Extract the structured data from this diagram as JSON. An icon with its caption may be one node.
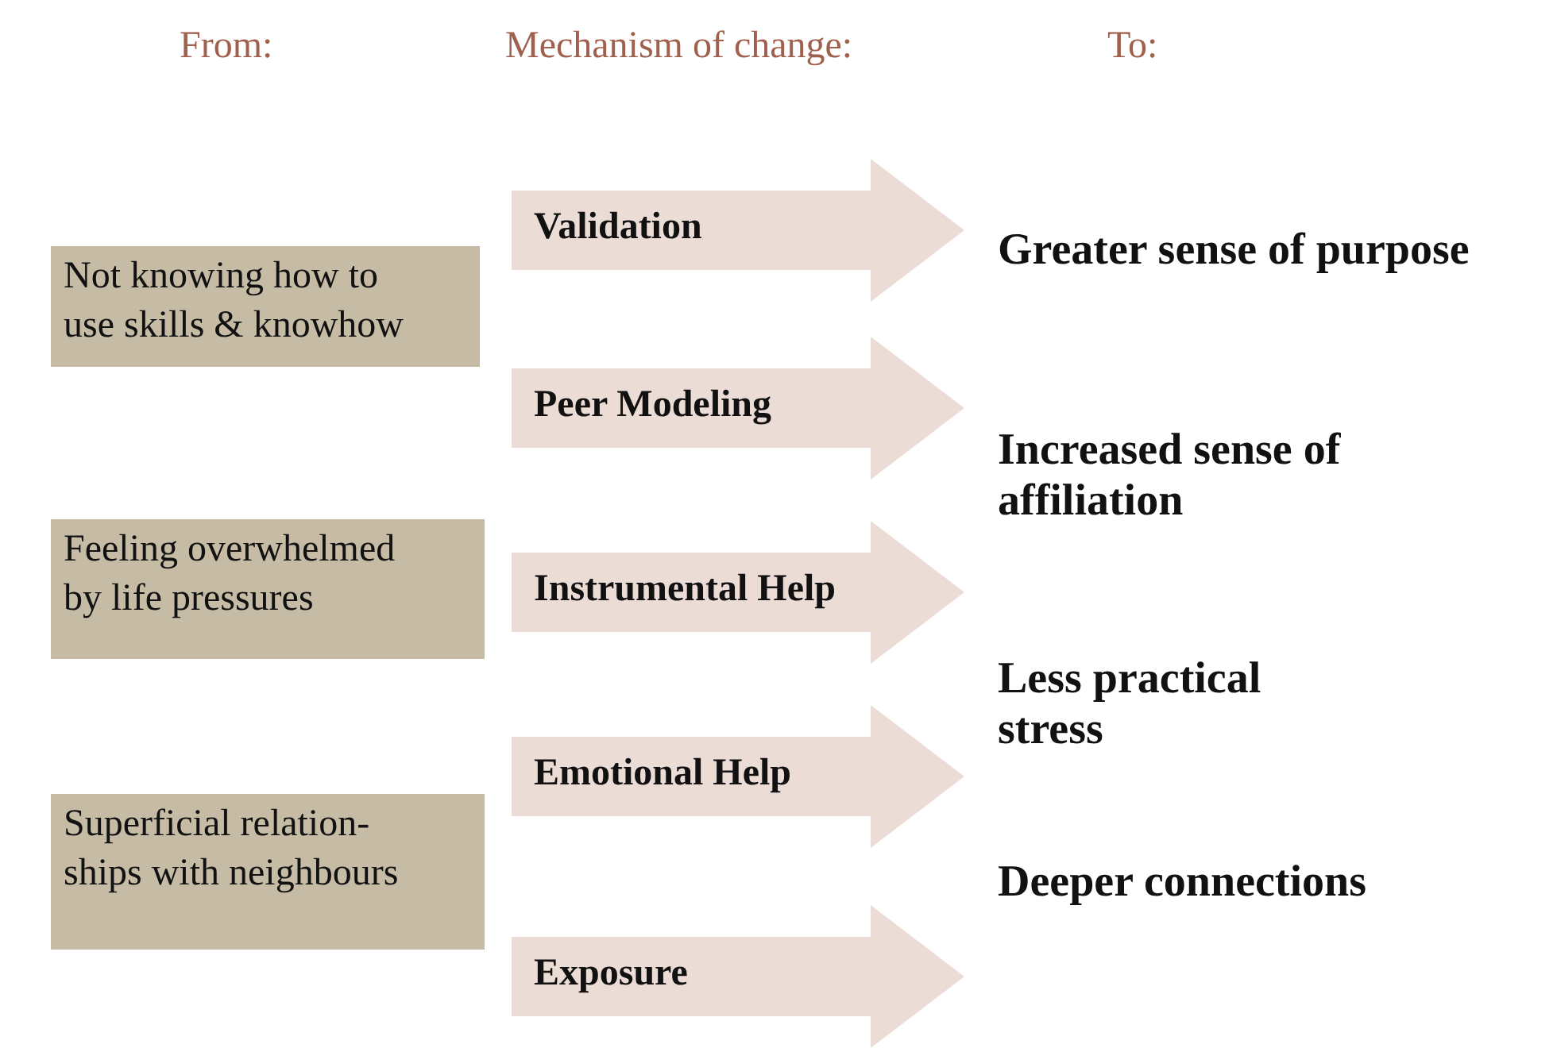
{
  "diagram": {
    "nodes": [
      {
        "text": [
          "Not knowing how to use skills & knowhow"
        ]
      },
      {
        "text": [
          "Feeling overwhelmed by life pressures"
        ]
      },
      {
        "text": [
          "Superficial relation-ships with neighbours"
        ]
      },
      {
        "text": [
          "Validation"
        ]
      },
      {
        "text": [
          "Peer Modeling"
        ]
      },
      {
        "text": [
          "Instrumental Help"
        ]
      },
      {
        "text": [
          "Emotional Help"
        ]
      },
      {
        "text": [
          "Exposure"
        ]
      }
    ],
    "edges": [],
    "labels": [
      "From:",
      "Mechanism of change:",
      "To:",
      "Greater sense of purpose",
      "Increased sense of affiliation",
      "Less practical stress",
      "Deeper connections"
    ]
  }
}
